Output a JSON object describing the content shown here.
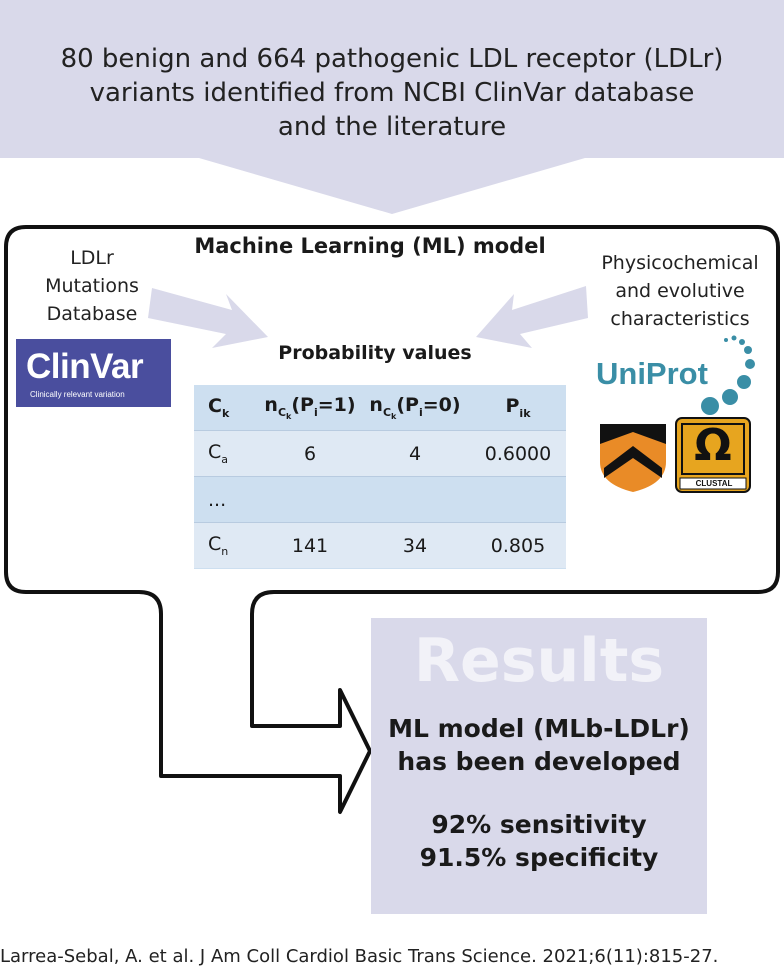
{
  "banner": {
    "line1": "80 benign and 664 pathogenic LDL receptor (LDLr)",
    "line2": "variants identified from NCBI ClinVar database",
    "line3": "and the literature"
  },
  "model": {
    "title": "Machine Learning (ML) model",
    "left_label": [
      "LDLr",
      "Mutations",
      "Database"
    ],
    "right_label": [
      "Physicochemical",
      "and evolutive",
      "characteristics"
    ],
    "clinvar_name": "ClinVar",
    "clinvar_tagline": "Clinically relevant variation",
    "uniprot_name": "UniProt",
    "clustal_name": "CLUSTAL",
    "clustal_symbol": "Ω"
  },
  "table": {
    "title": "Probability values",
    "headers": [
      "C",
      "k",
      "n",
      "C",
      "k",
      "(P",
      "i",
      "=1)",
      "n",
      "C",
      "k",
      "(P",
      "i",
      "=0)",
      "P",
      "ik"
    ],
    "rows": [
      {
        "c": "C",
        "sub": "a",
        "n1": "6",
        "n0": "4",
        "p": "0.6000"
      },
      {
        "c": "...",
        "sub": "",
        "n1": "",
        "n0": "",
        "p": ""
      },
      {
        "c": "C",
        "sub": "n",
        "n1": "141",
        "n0": "34",
        "p": "0.805"
      }
    ]
  },
  "results": {
    "title": "Results",
    "line1": "ML model (MLb-LDLr)",
    "line2": "has been developed",
    "line3": "92% sensitivity",
    "line4": "91.5% specificity"
  },
  "citation": "Larrea-Sebal, A. et al. J Am Coll Cardiol Basic Trans Science. 2021;6(11):815-27.",
  "colors": {
    "banner": "#d9d9ea",
    "table": "#cddff0",
    "clinvar": "#4a4e9e",
    "uniprot": "#3a8ea6",
    "results_box": "#d9d9ea"
  }
}
